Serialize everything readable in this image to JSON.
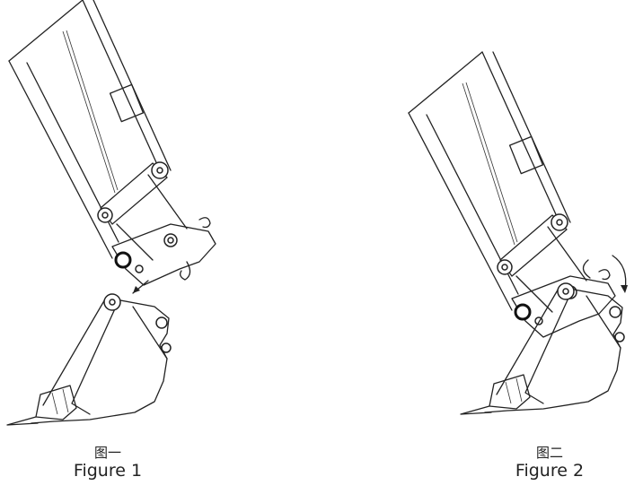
{
  "figures": [
    {
      "caption_cn": "图一",
      "caption_en": "Figure 1",
      "state": "bucket detached, coupler approaching bucket pin"
    },
    {
      "caption_cn": "图二",
      "caption_en": "Figure 2",
      "state": "bucket engaged, coupler hook rotating to lock"
    }
  ]
}
